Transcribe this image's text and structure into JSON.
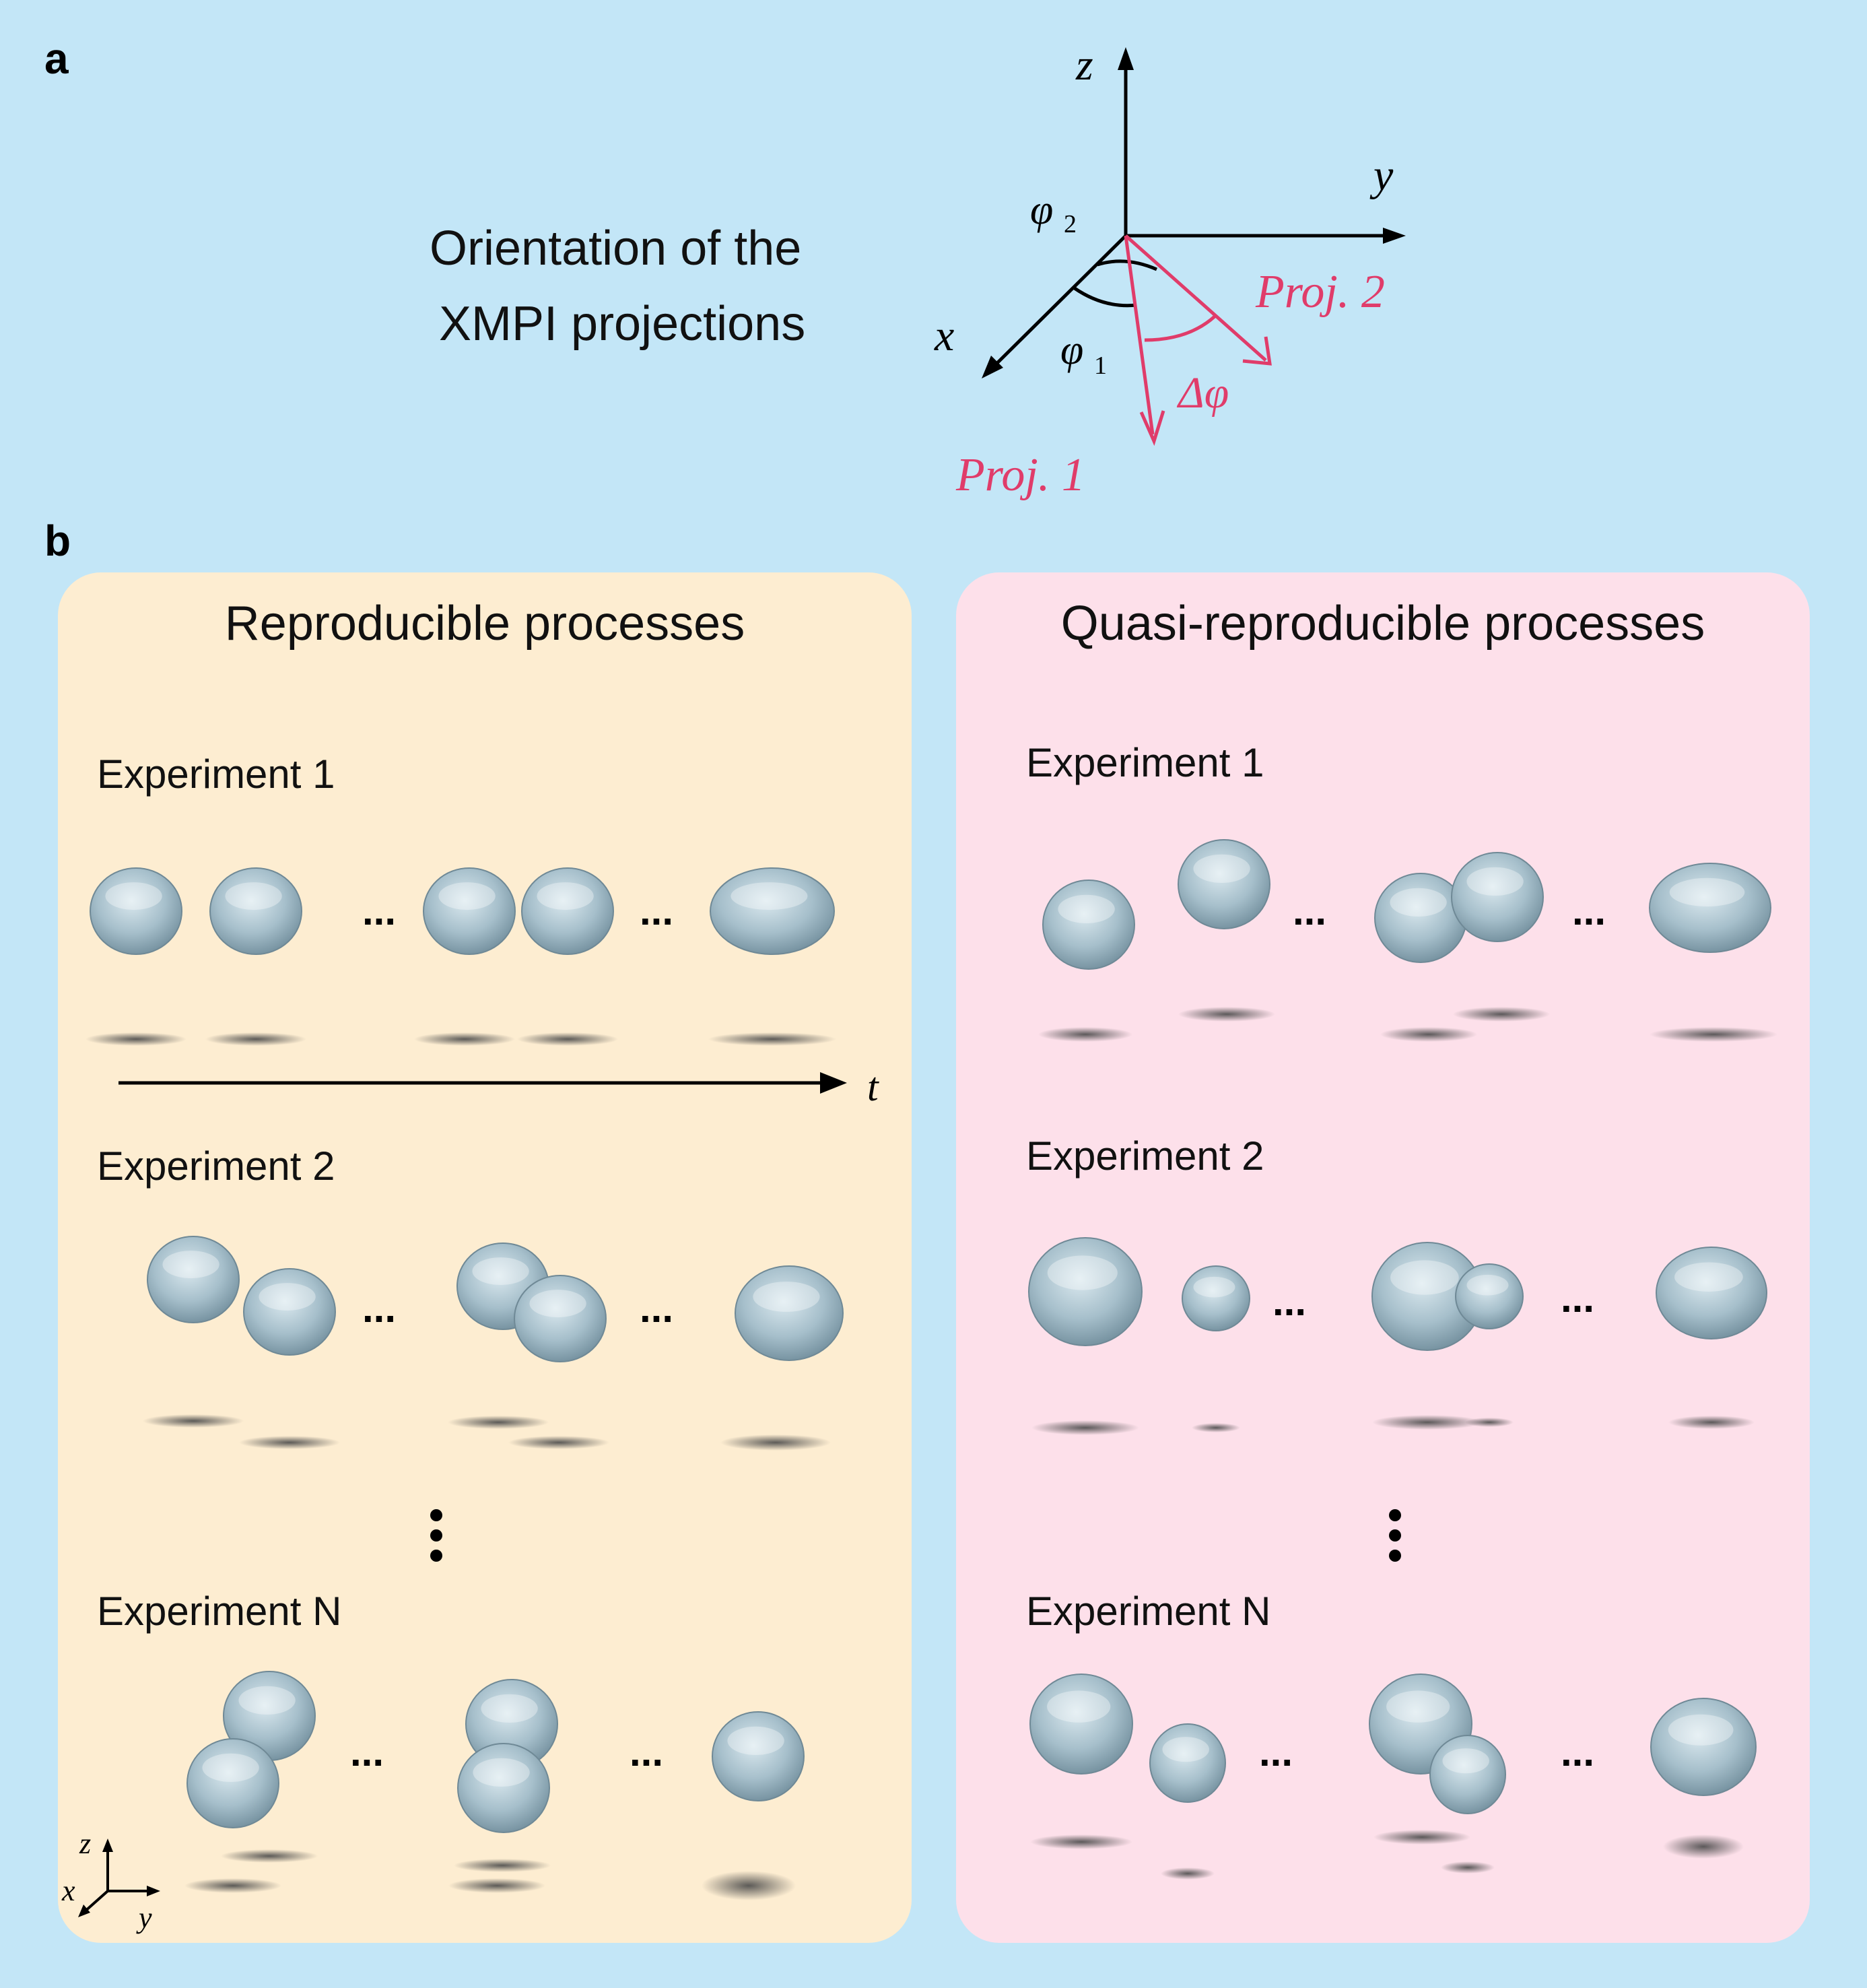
{
  "panel_a": {
    "letter": "a",
    "caption_line1": "Orientation of the",
    "caption_line2": "XMPI projections",
    "axes": {
      "z": "z",
      "y": "y",
      "x": "x"
    },
    "angles": {
      "phi2": "φ",
      "phi2_sub": "2",
      "phi1": "φ",
      "phi1_sub": "1",
      "delta_phi": "Δφ"
    },
    "projections": {
      "proj1": "Proj. 1",
      "proj2": "Proj. 2"
    },
    "colors": {
      "projection": "#e03c6a",
      "axis": "#000000"
    }
  },
  "panel_b": {
    "letter": "b",
    "left_box": {
      "title": "Reproducible processes",
      "background": "#fdedd1",
      "experiments": [
        "Experiment 1",
        "Experiment 2",
        "Experiment N"
      ],
      "time_axis_label": "t"
    },
    "right_box": {
      "title": "Quasi-reproducible processes",
      "background": "#fde0ea",
      "experiments": [
        "Experiment 1",
        "Experiment 2",
        "Experiment N"
      ]
    },
    "ellipsis": "...",
    "vertical_ellipsis": "⋮",
    "mini_axes": {
      "z": "z",
      "x": "x",
      "y": "y"
    },
    "colors": {
      "background": "#c3e6f7",
      "droplet": "#9fb9c6",
      "shadow": "#555555"
    }
  }
}
